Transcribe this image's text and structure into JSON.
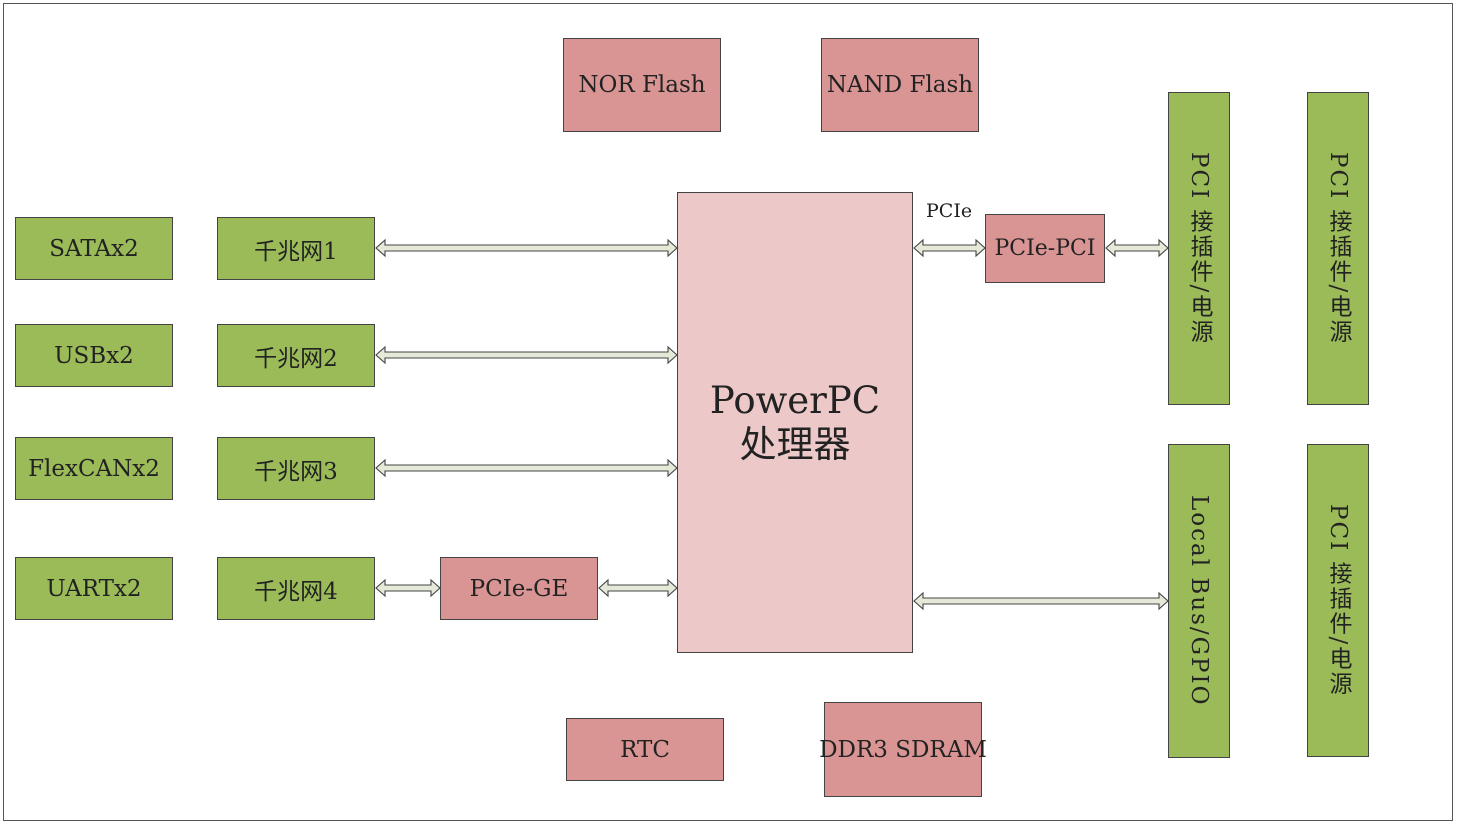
{
  "cpu": {
    "line1": "PowerPC",
    "line2": "处理器"
  },
  "memory": {
    "nor_flash": "NOR Flash",
    "nand_flash": "NAND Flash",
    "rtc": "RTC",
    "ddr3": "DDR3 SDRAM"
  },
  "interfaces": {
    "sata": "SATAx2",
    "usb": "USBx2",
    "flexcan": "FlexCANx2",
    "uart": "UARTx2"
  },
  "ethernet": {
    "ge1": "千兆网1",
    "ge2": "千兆网2",
    "ge3": "千兆网3",
    "ge4": "千兆网4"
  },
  "bridges": {
    "pcie_ge": "PCIe-GE",
    "pcie_pci": "PCIe-PCI",
    "pcie_label": "PCIe"
  },
  "connectors": {
    "pci_conn_1": "PCI 接插件/电源",
    "pci_conn_2": "PCI 接插件/电源",
    "local_bus": "Local Bus/GPIO",
    "pci_conn_3": "PCI 接插件/电源"
  },
  "colors": {
    "green": "#9bbb59",
    "red": "#d99594",
    "cpu": "#ecc9c8"
  }
}
